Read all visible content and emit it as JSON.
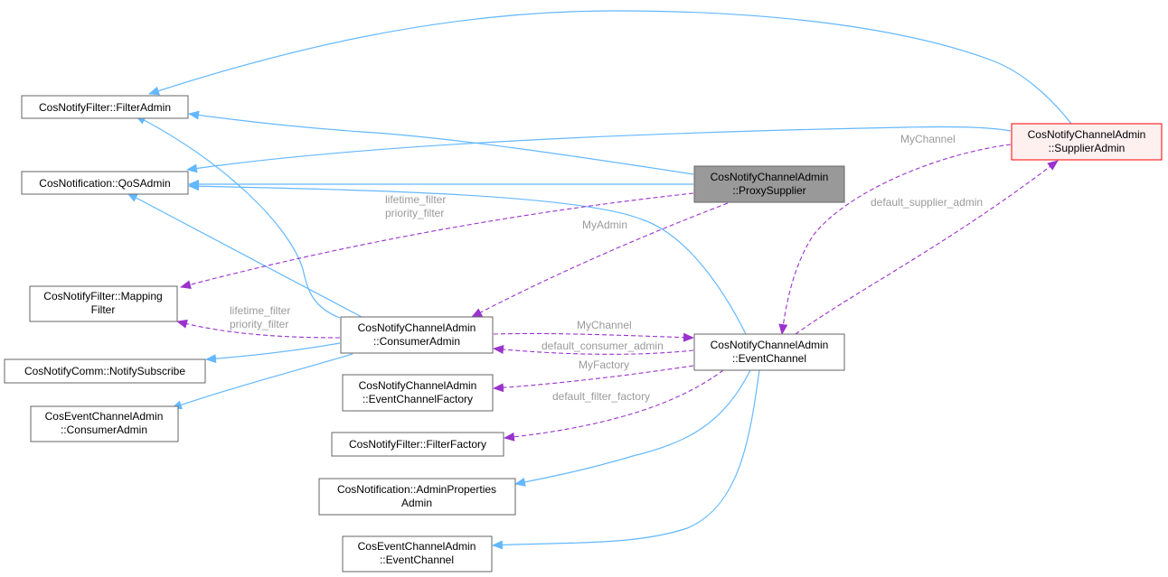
{
  "nodes": {
    "filter_admin": [
      "CosNotifyFilter::FilterAdmin"
    ],
    "qos_admin": [
      "CosNotification::QoSAdmin"
    ],
    "mapping_filter": [
      "CosNotifyFilter::Mapping",
      "Filter"
    ],
    "notify_subscribe": [
      "CosNotifyComm::NotifySubscribe"
    ],
    "cos_event_consumer_admin": [
      "CosEventChannelAdmin",
      "::ConsumerAdmin"
    ],
    "consumer_admin": [
      "CosNotifyChannelAdmin",
      "::ConsumerAdmin"
    ],
    "event_channel_factory": [
      "CosNotifyChannelAdmin",
      "::EventChannelFactory"
    ],
    "filter_factory": [
      "CosNotifyFilter::FilterFactory"
    ],
    "admin_properties_admin": [
      "CosNotification::AdminProperties",
      "Admin"
    ],
    "cos_event_event_channel": [
      "CosEventChannelAdmin",
      "::EventChannel"
    ],
    "proxy_supplier": [
      "CosNotifyChannelAdmin",
      "::ProxySupplier"
    ],
    "event_channel": [
      "CosNotifyChannelAdmin",
      "::EventChannel"
    ],
    "supplier_admin": [
      "CosNotifyChannelAdmin",
      "::SupplierAdmin"
    ]
  },
  "edge_labels": {
    "ps_mapping_1": "lifetime_filter",
    "ps_mapping_2": "priority_filter",
    "ps_consumer_admin": "MyAdmin",
    "ca_mapping_1": "lifetime_filter",
    "ca_mapping_2": "priority_filter",
    "ca_event_channel": "MyChannel",
    "ec_consumer_admin": "default_consumer_admin",
    "ec_factory": "MyFactory",
    "ec_filter_factory": "default_filter_factory",
    "sa_event_channel": "MyChannel",
    "ec_supplier_admin": "default_supplier_admin"
  },
  "colors": {
    "inheritance_edge": "#63b8ff",
    "usage_edge": "#9a32cd",
    "current_node_fill": "#999999",
    "highlight_node_border": "#ff0000",
    "highlight_node_fill": "#fff0f0",
    "edge_label_text": "#9a9a9a"
  }
}
